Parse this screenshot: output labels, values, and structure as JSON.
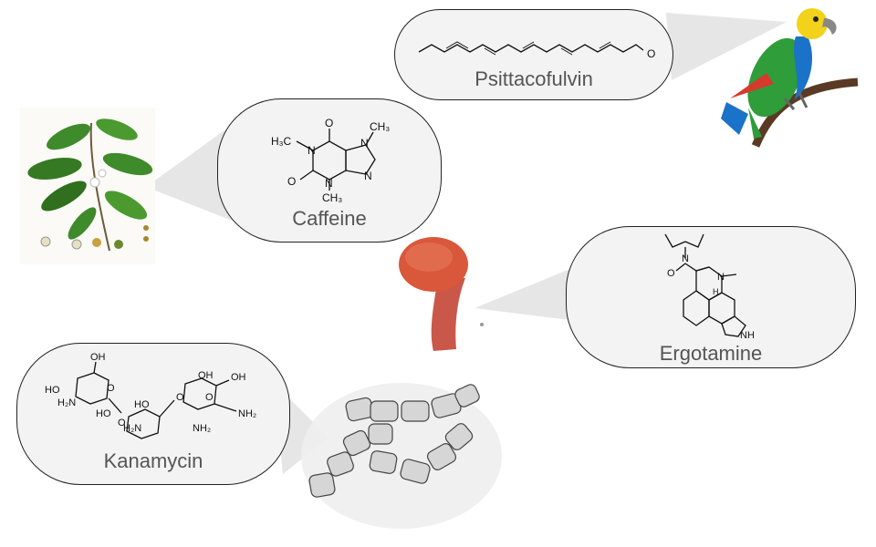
{
  "compounds": {
    "psittacofulvin": {
      "label": "Psittacofulvin",
      "atom_o": "O"
    },
    "caffeine": {
      "label": "Caffeine",
      "atoms": [
        "H₃C",
        "N",
        "O",
        "N",
        "CH₃",
        "N",
        "O",
        "N",
        "CH₃"
      ]
    },
    "ergotamine": {
      "label": "Ergotamine",
      "atoms": [
        "N",
        "O",
        "N",
        "H",
        "NH"
      ]
    },
    "kanamycin": {
      "label": "Kanamycin",
      "atoms": [
        "OH",
        "HO",
        "H₂N",
        "O",
        "HO",
        "O",
        "HO",
        "H₂N",
        "NH₂",
        "O",
        "OH",
        "OH",
        "O",
        "NH₂"
      ]
    }
  },
  "colors": {
    "bubble_fill": "#f3f3f3",
    "bubble_border": "#222222",
    "label_text": "#555555",
    "cone": "#e4e4e4",
    "parrot_green": "#2e9d3a",
    "parrot_yellow": "#f2d21b",
    "parrot_blue": "#1b72c9",
    "parrot_red": "#d63a2c",
    "branch": "#5a3a24",
    "mushroom_cap": "#d9573b",
    "mushroom_stem": "#c9584a",
    "bacteria": "#d6d6d6"
  },
  "icons": [
    "coffee-plant-icon",
    "parrot-icon",
    "mushroom-icon",
    "bacteria-icon"
  ]
}
